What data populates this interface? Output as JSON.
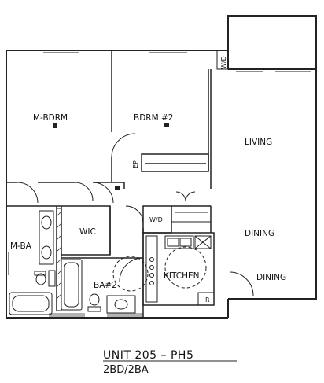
{
  "plan": {
    "rooms": {
      "m_bdrm": "M-BDRM",
      "bdrm2": "BDRM #2",
      "living": "LIVING",
      "dining1": "DINING",
      "dining2": "DINING",
      "kitchen": "KITCHEN",
      "wic": "WIC",
      "m_ba": "M-BA",
      "ba2": "BA#2"
    },
    "fixtures": {
      "wd_closet": "W/D",
      "wd_top": "W/D",
      "ep": "EP",
      "refrigerator": "R"
    }
  },
  "caption": {
    "unit": "UNIT 205 – PH5",
    "type": "2BD/2BA"
  }
}
